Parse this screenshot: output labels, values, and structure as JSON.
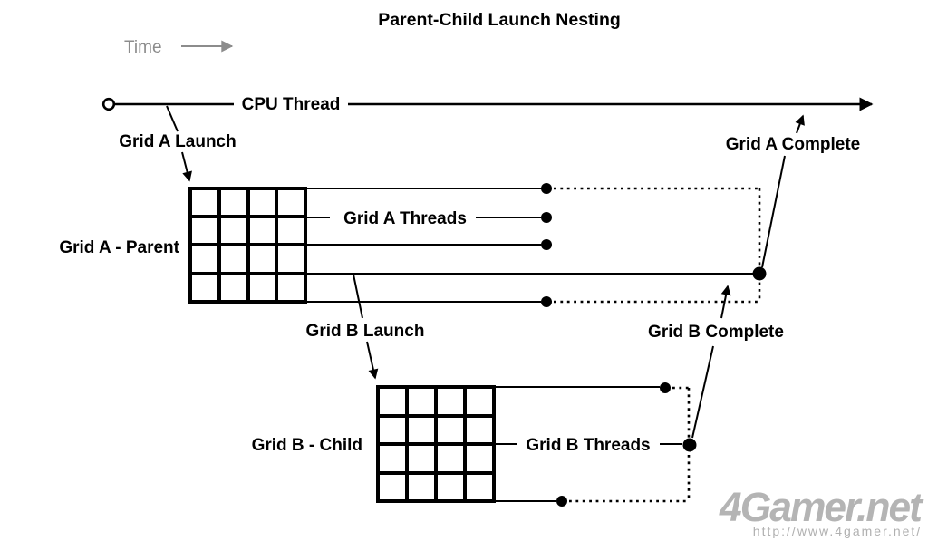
{
  "title": "Parent-Child Launch Nesting",
  "legend": {
    "time_label": "Time"
  },
  "cpu": {
    "label": "CPU Thread"
  },
  "grid_a": {
    "label": "Grid A - Parent",
    "launch": "Grid A Launch",
    "complete": "Grid A Complete",
    "threads": "Grid A Threads",
    "rows": 4,
    "cols": 4
  },
  "grid_b": {
    "label": "Grid B - Child",
    "launch": "Grid B Launch",
    "complete": "Grid B Complete",
    "threads": "Grid B Threads",
    "rows": 4,
    "cols": 4
  },
  "watermark": {
    "logo": "4Gamer.net",
    "url": "http://www.4gamer.net/"
  },
  "colors": {
    "ink": "#000000",
    "time_gray": "#8c8c8c",
    "watermark_gray": "#b4b4b4"
  }
}
